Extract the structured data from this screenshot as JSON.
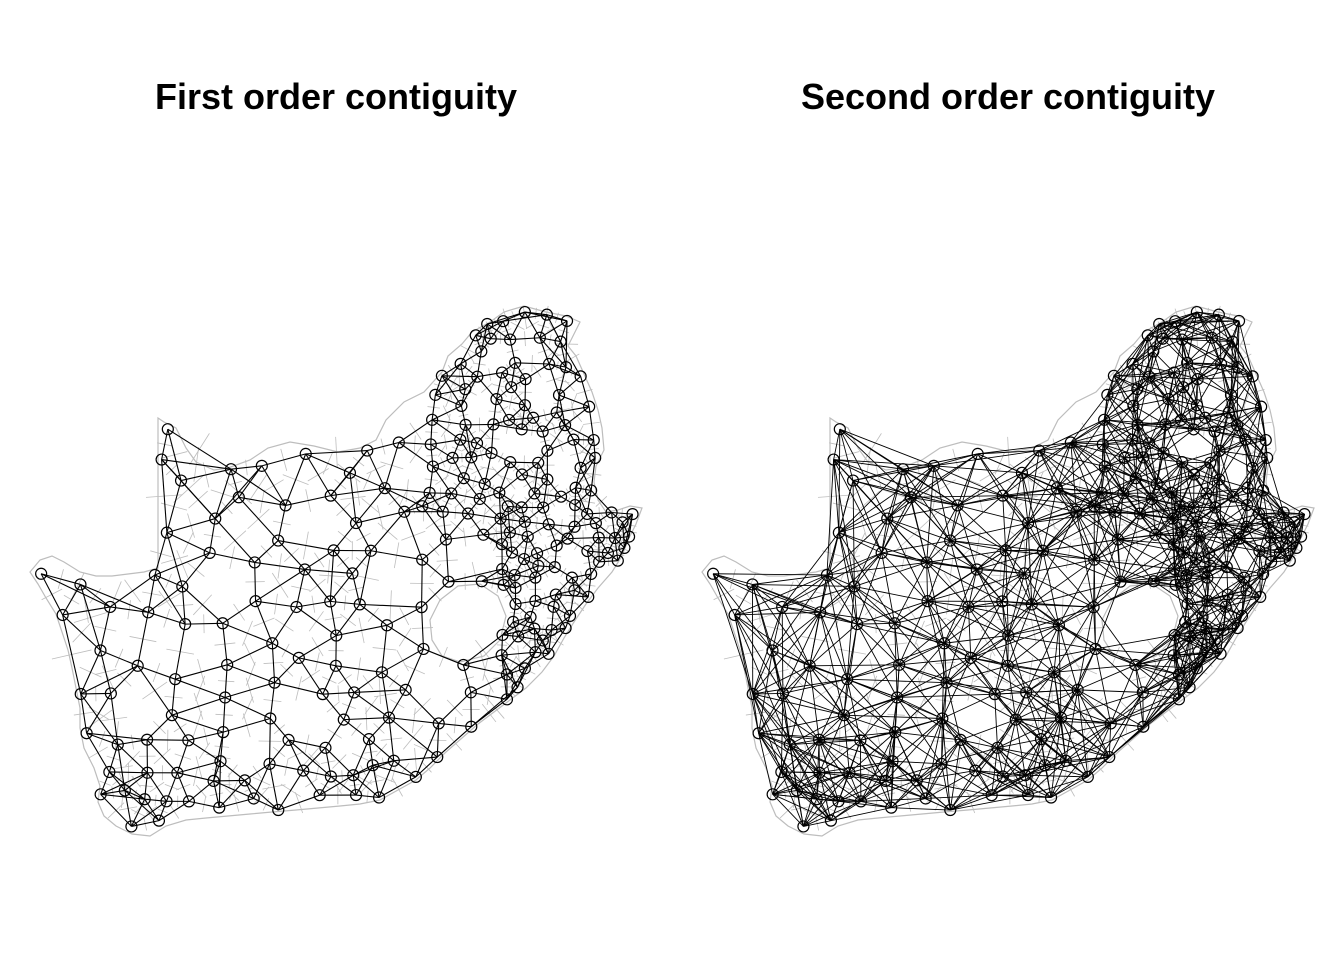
{
  "figure": {
    "panels": [
      {
        "title": "First order contiguity",
        "order": 1
      },
      {
        "title": "Second order contiguity",
        "order": 2
      }
    ]
  },
  "style": {
    "boundary_color": "#bdbdbd",
    "edge_color": "#000000",
    "node_color": "#000000"
  }
}
